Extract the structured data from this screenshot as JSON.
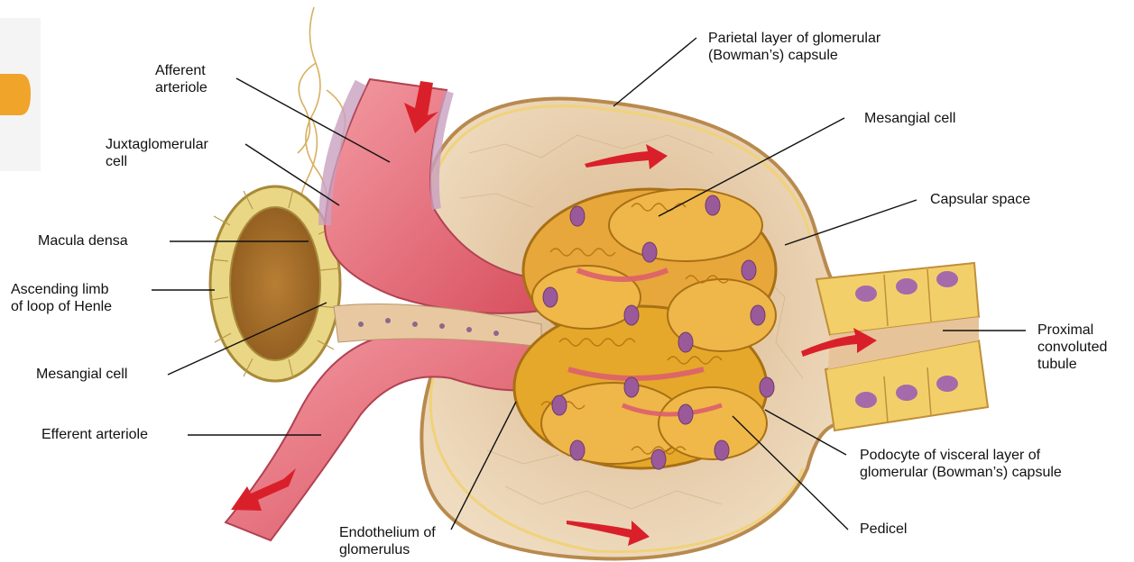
{
  "labels": {
    "afferent_arteriole": "Afferent\narteriole",
    "juxtaglomerular_cell": "Juxtaglomerular\ncell",
    "macula_densa": "Macula densa",
    "ascending_limb": "Ascending limb\nof loop of Henle",
    "mesangial_cell_left": "Mesangial cell",
    "efferent_arteriole": "Efferent arteriole",
    "endothelium": "Endothelium of\nglomerulus",
    "parietal_layer": "Parietal layer of glomerular\n(Bowman’s) capsule",
    "mesangial_cell_right": "Mesangial cell",
    "capsular_space": "Capsular space",
    "proximal_tubule": "Proximal\nconvoluted\ntubule",
    "podocyte": "Podocyte of visceral layer of\nglomerular (Bowman’s) capsule",
    "pedicel": "Pedicel"
  },
  "colors": {
    "capsule": "#e8cfa8",
    "capsule_wall": "#c9a66b",
    "vessel": "#e0616e",
    "vessel_light": "#f08c96",
    "podocyte": "#e5a82a",
    "podocyte_dark": "#b97812",
    "nucleus": "#9a5a9a",
    "arrow": "#d9202a",
    "tubule_cell": "#f3cf6a"
  }
}
